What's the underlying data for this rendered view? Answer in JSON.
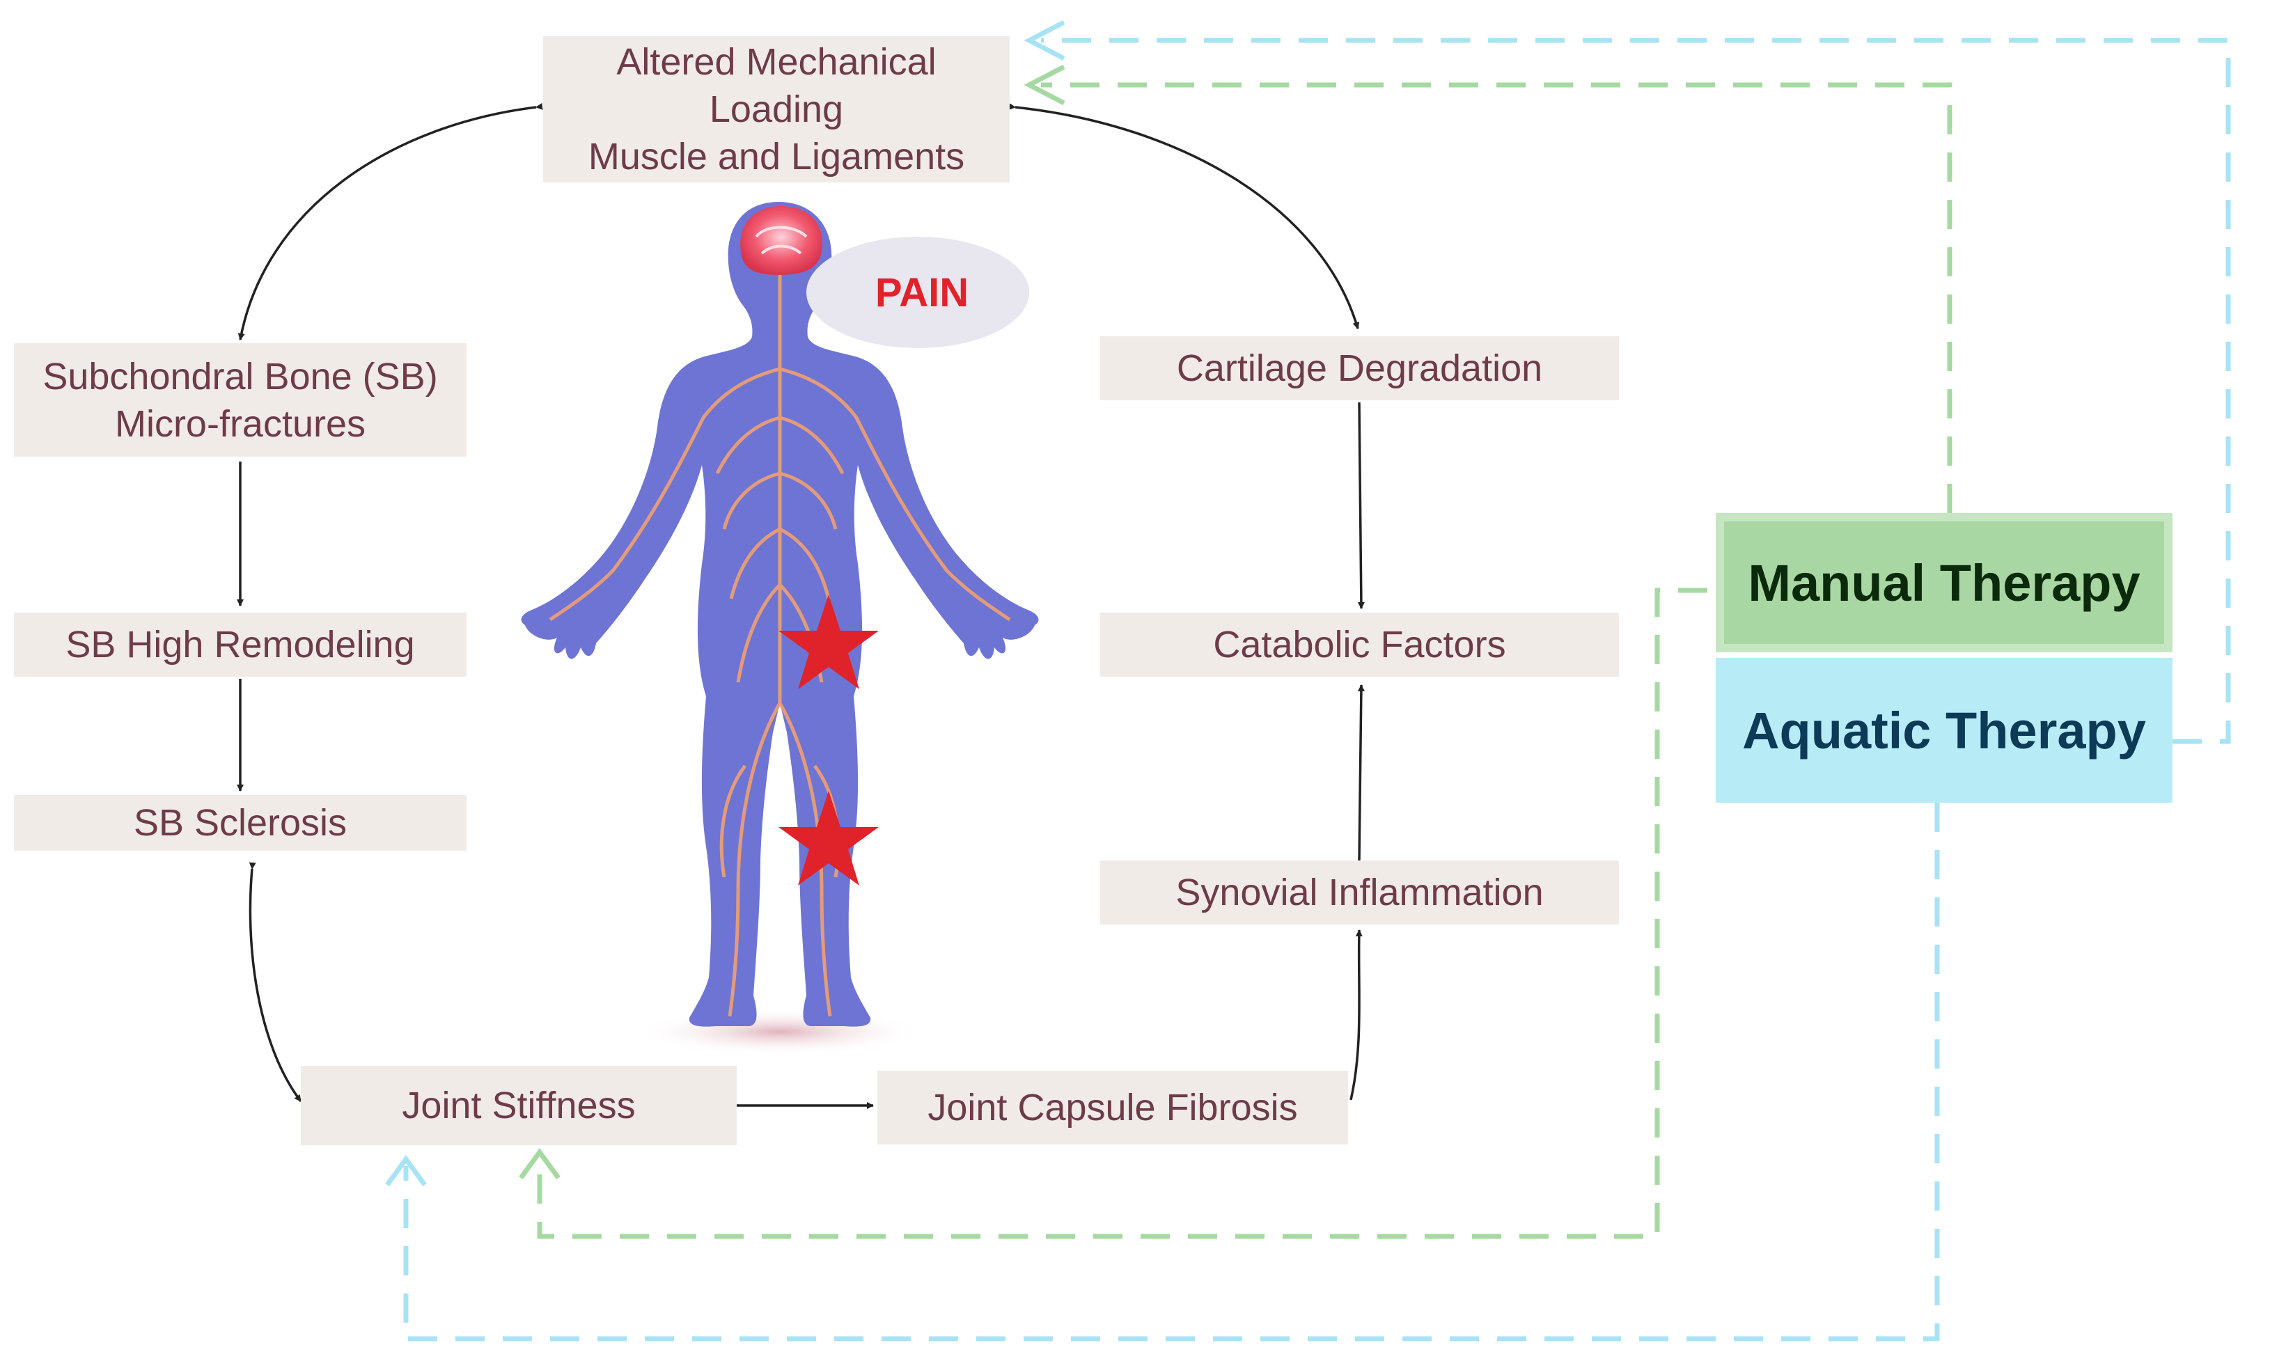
{
  "boxes": {
    "altered_loading": [
      "Altered Mechanical",
      "Loading",
      "Muscle and Ligaments"
    ],
    "subchondral": [
      "Subchondral Bone (SB)",
      "Micro-fractures"
    ],
    "sb_remodeling": [
      "SB High Remodeling"
    ],
    "sb_sclerosis": [
      "SB Sclerosis"
    ],
    "joint_stiffness": [
      "Joint Stiffness"
    ],
    "capsule_fibrosis": [
      "Joint Capsule Fibrosis"
    ],
    "synovial_inflammation": [
      "Synovial Inflammation"
    ],
    "catabolic_factors": [
      "Catabolic Factors"
    ],
    "cartilage_degradation": [
      "Cartilage Degradation"
    ]
  },
  "pain": "PAIN",
  "therapies": {
    "manual": "Manual Therapy",
    "aquatic": "Aquatic Therapy"
  },
  "colors": {
    "box_fill": "#f0ebe7",
    "box_text": "#6e3b49",
    "pain_text": "#e0232a",
    "manual_fill": "#a9d7a3",
    "aquatic_fill": "#b7ecf7",
    "manual_line": "#a6d9a1",
    "aquatic_line": "#a8e3f3",
    "body": "#6e74d4",
    "nerve": "#f0a070",
    "star": "#e0232a"
  },
  "icons": {
    "figure": "human-body-nervous-system-icon",
    "brain": "brain-icon",
    "pain_bubble": "pain-bubble-icon",
    "star": "star-icon"
  }
}
